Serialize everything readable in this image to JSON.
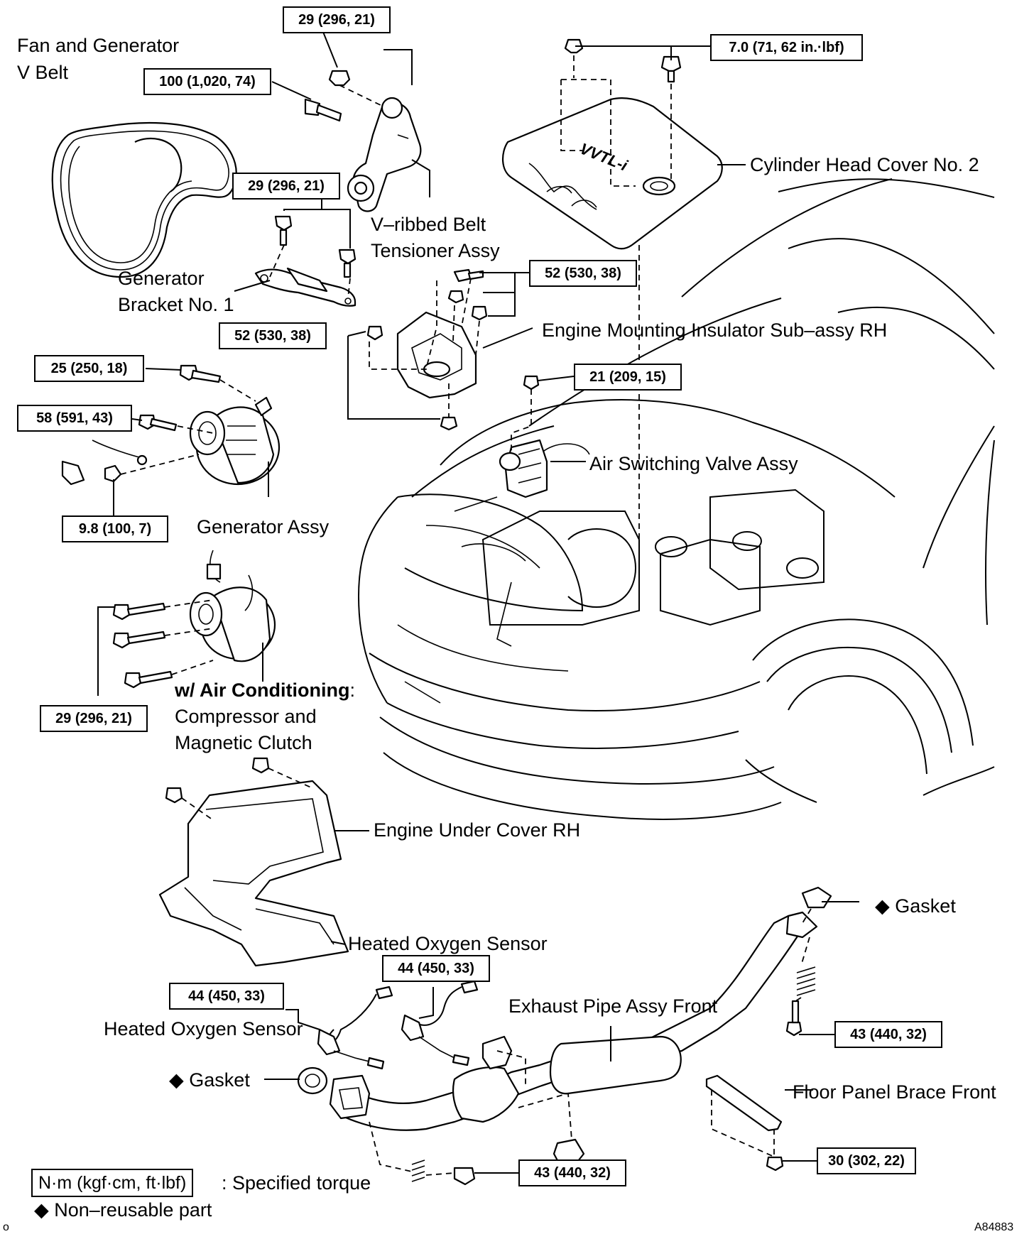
{
  "labels": {
    "fan_belt": [
      "Fan and Generator",
      "V Belt"
    ],
    "tensioner": [
      "V–ribbed Belt",
      "Tensioner Assy"
    ],
    "bracket": [
      "Generator",
      "Bracket No. 1"
    ],
    "cyl_head_cover": "Cylinder Head Cover No. 2",
    "engine_mount": "Engine Mounting Insulator Sub–assy RH",
    "air_switch": "Air Switching Valve Assy",
    "generator": "Generator Assy",
    "ac_prefix": "w/ Air Conditioning",
    "ac_colon": ":",
    "compressor": [
      "Compressor and",
      "Magnetic Clutch"
    ],
    "under_cover": "Engine Under Cover RH",
    "ho2_upper": "Heated Oxygen Sensor",
    "ho2_lower": "Heated Oxygen Sensor",
    "exhaust": "Exhaust Pipe Assy Front",
    "gasket_top": "Gasket",
    "gasket_left": "Gasket",
    "floor_brace": "Floor Panel Brace Front",
    "cover_logo": "VVTL-i"
  },
  "torques": {
    "t_29_top": "29 (296, 21)",
    "t_100": "100 (1,020, 74)",
    "t_7": "7.0 (71, 62 in.·lbf)",
    "t_29_bracket": "29 (296, 21)",
    "t_52_right": "52 (530, 38)",
    "t_52_left": "52 (530, 38)",
    "t_25": "25 (250, 18)",
    "t_58": "58 (591, 43)",
    "t_21": "21 (209, 15)",
    "t_9_8": "9.8 (100, 7)",
    "t_29_comp": "29 (296, 21)",
    "t_44_left": "44 (450, 33)",
    "t_44_right": "44 (450, 33)",
    "t_43_right": "43 (440, 32)",
    "t_43_bottom": "43 (440, 32)",
    "t_30": "30 (302, 22)"
  },
  "legend": {
    "unit_box": "N·m (kgf·cm, ft·lbf)",
    "unit_desc": ": Specified torque",
    "nonreuse_symbol": "◆",
    "nonreuse_desc": "Non–reusable part"
  },
  "symbols": {
    "diamond": "◆"
  },
  "corner": {
    "left_mark": "o",
    "figure_id": "A84883"
  }
}
